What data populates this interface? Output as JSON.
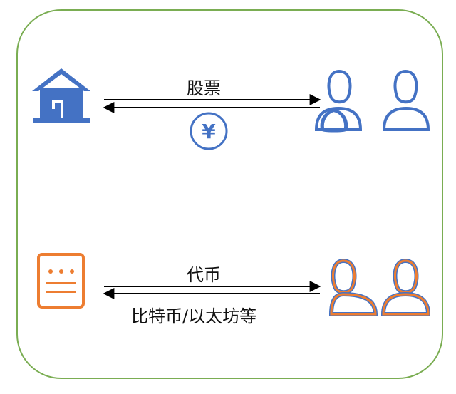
{
  "diagram": {
    "top_row": {
      "upper_arrow_label": "股票",
      "lower_arrow_label": "",
      "left_icon": "bank-building-icon",
      "middle_icon": "yen-coin-icon",
      "middle_icon_glyph": "¥",
      "right_icon": "people-group-icon"
    },
    "bottom_row": {
      "upper_arrow_label": "代币",
      "lower_arrow_label": "比特币/以太坊等",
      "left_icon": "document-icon",
      "right_icon": "people-group-icon"
    }
  },
  "colors": {
    "frame": "#7aad52",
    "blue": "#4472c4",
    "orange": "#ed7d31",
    "arrow": "#000000"
  }
}
